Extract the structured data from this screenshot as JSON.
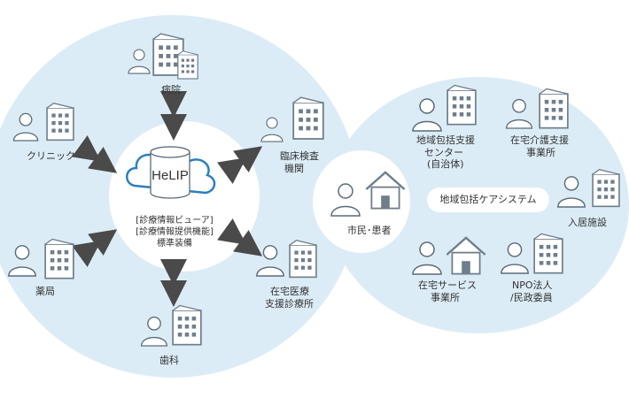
{
  "hub": {
    "logo": "HeLIP",
    "caption_1": "[診療情報ビューア]",
    "caption_2": "[診療情報提供機能]",
    "caption_3": "標準装備"
  },
  "nodes": {
    "hospital": "病院",
    "clinic": "クリニック",
    "pharmacy": "薬局",
    "dental": "歯科",
    "lab_1": "臨床検査",
    "lab_2": "機関",
    "homecare_clinic_1": "在宅医療",
    "homecare_clinic_2": "支援診療所"
  },
  "community": {
    "citizen": "市民･患者",
    "system_label": "地域包括ケアシステム",
    "support_center_1": "地域包括支援",
    "support_center_2": "センター",
    "support_center_3": "(自治体)",
    "care_support_1": "在宅介護支援",
    "care_support_2": "事業所",
    "residential": "入居施設",
    "home_service_1": "在宅サービス",
    "home_service_2": "事業所",
    "npo_1": "NPO法人",
    "npo_2": "/民政委員"
  },
  "colors": {
    "bubble": "#dcecf6",
    "hub_bg": "#ffffff",
    "cloud_stroke": "#2a7fc1",
    "icon_fill": "#ffffff",
    "icon_stroke": "#5a6a78",
    "building_dark": "#6f7e8c",
    "arrow": "#4a4a4a",
    "text": "#333333"
  }
}
